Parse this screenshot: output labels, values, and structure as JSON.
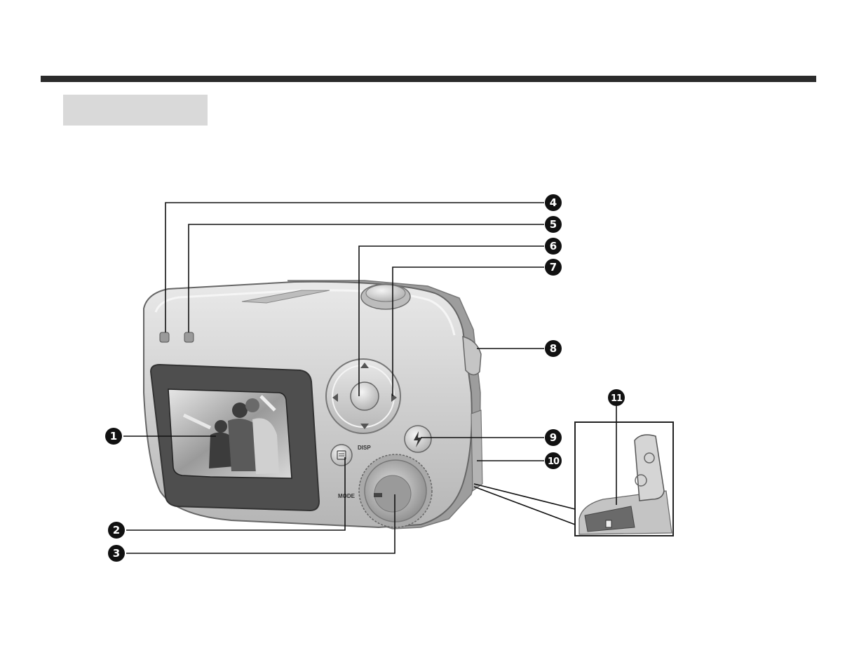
{
  "page": {
    "section_title": ""
  },
  "camera": {
    "button_labels": {
      "disp": "DISP",
      "mode": "MODE"
    }
  },
  "callouts": [
    {
      "number": "1",
      "label_text": "1"
    },
    {
      "number": "2",
      "label_text": "2"
    },
    {
      "number": "3",
      "label_text": "3"
    },
    {
      "number": "4",
      "label_text": "4"
    },
    {
      "number": "5",
      "label_text": "5"
    },
    {
      "number": "6",
      "label_text": "6"
    },
    {
      "number": "7",
      "label_text": "7"
    },
    {
      "number": "8",
      "label_text": "8"
    },
    {
      "number": "9",
      "label_text": "9"
    },
    {
      "number": "10",
      "label_text": "10"
    },
    {
      "number": "11",
      "label_text": "11"
    }
  ],
  "colors": {
    "rule": "#2b2b2b",
    "title_box": "#d9d9d9",
    "camera_body": "#d4d4d4",
    "callout_circle": "#111111"
  }
}
